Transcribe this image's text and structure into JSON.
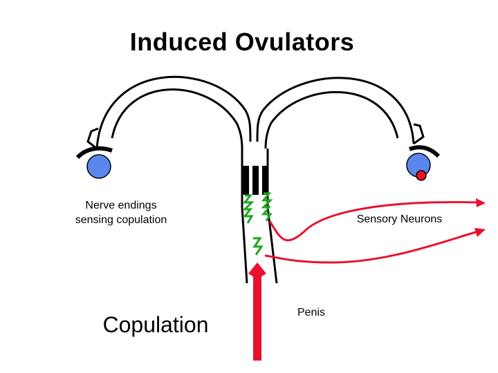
{
  "slide": {
    "title": "Induced Ovulators",
    "labels": {
      "nerve_endings": "Nerve endings sensing copulation",
      "sensory_neurons": "Sensory Neurons",
      "copulation": "Copulation",
      "penis": "Penis"
    }
  },
  "colors": {
    "outline": "#000000",
    "ovary": "#5b86ee",
    "ovum": "#ee1122",
    "neuron": "#e8112d",
    "nerve_ending": "#1fa51f",
    "background": "#ffffff"
  }
}
